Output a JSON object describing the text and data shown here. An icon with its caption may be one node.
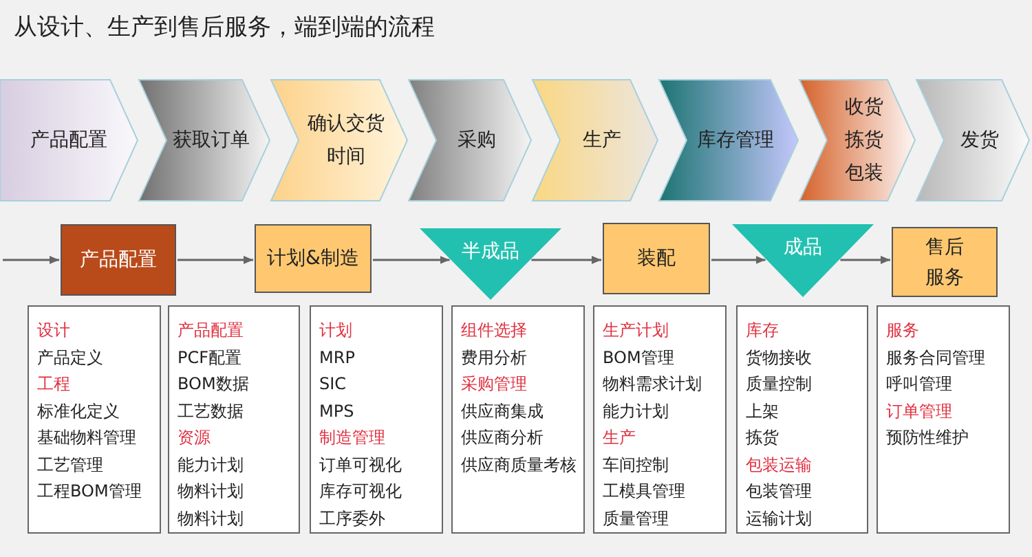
{
  "diagram": {
    "title": "从设计、生产到售后服务，端到端的流程",
    "nodes": [
      {
        "text": [
          "产品配置"
        ]
      },
      {
        "text": [
          "获取订单"
        ]
      },
      {
        "text": [
          "确认交货时间"
        ]
      },
      {
        "text": [
          "采购"
        ]
      },
      {
        "text": [
          "生产"
        ]
      },
      {
        "text": [
          "库存管理"
        ]
      },
      {
        "text": [
          "收货拣货包装"
        ]
      },
      {
        "text": [
          "发货"
        ]
      },
      {
        "text": [
          "产品配置"
        ]
      },
      {
        "text": [
          "计划&制造"
        ]
      },
      {
        "text": [
          "半成品"
        ]
      },
      {
        "text": [
          "装配"
        ]
      },
      {
        "text": [
          "成品"
        ]
      },
      {
        "text": [
          "售后服务"
        ]
      },
      {
        "text": [
          "设计",
          "产品定义",
          "工程",
          "标准化定义",
          "基础物料管理",
          "工艺管理",
          "工程BOM管理"
        ]
      },
      {
        "text": [
          "产品配置",
          "PCF配置",
          "BOM数据",
          "工艺数据",
          "资源",
          "能力计划",
          "物料计划",
          "物料计划"
        ]
      },
      {
        "text": [
          "计划",
          "MRP",
          "SIC",
          "MPS",
          "制造管理",
          "订单可视化",
          "库存可视化",
          "工序委外"
        ]
      },
      {
        "text": [
          "组件选择",
          "费用分析",
          "采购管理",
          "供应商集成",
          "供应商分析",
          "供应商质量考核"
        ]
      },
      {
        "text": [
          "生产计划",
          "BOM管理",
          "物料需求计划",
          "能力计划",
          "生产",
          "车间控制",
          "工模具管理",
          "质量管理"
        ]
      },
      {
        "text": [
          "库存",
          "货物接收",
          "质量控制",
          "上架",
          "拣货",
          "包装运输",
          "包装管理",
          "运输计划"
        ]
      },
      {
        "text": [
          "服务",
          "服务合同管理",
          "呼叫管理",
          "订单管理",
          "预防性维护"
        ]
      }
    ],
    "edges": [
      {
        "from": null,
        "to": 8,
        "arrow": "to"
      },
      {
        "from": 8,
        "to": 9,
        "arrow": "to"
      },
      {
        "from": 9,
        "to": 10,
        "arrow": "to"
      },
      {
        "from": 10,
        "to": 11,
        "arrow": "to"
      },
      {
        "from": 11,
        "to": 12,
        "arrow": "to"
      },
      {
        "from": 12,
        "to": 13,
        "arrow": "to"
      }
    ]
  }
}
